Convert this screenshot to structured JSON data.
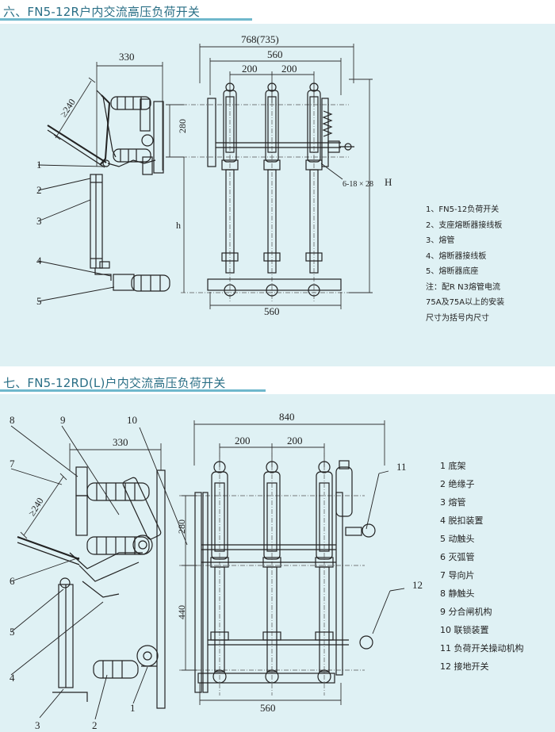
{
  "section1": {
    "title": "六、FN5-12R户内交流高压负荷开关",
    "labels": {
      "angle": "≥240",
      "side_width": "330",
      "front_outer": "768(735)",
      "front_inner": "560",
      "pitch_a": "200",
      "pitch_b": "200",
      "height_280": "280",
      "height_h": "h",
      "hole": "6-18 × 28",
      "bottom_width": "560",
      "height_H": "H"
    },
    "callouts": [
      "1",
      "2",
      "3",
      "4",
      "5"
    ],
    "legend": [
      "1、FN5-12负荷开关",
      "2、支座熔断器接线板",
      "3、熔管",
      "4、熔断器接线板",
      "5、熔断器底座",
      "注：配R N3熔管电流",
      "75A及75A以上的安装",
      "尺寸为括号内尺寸"
    ]
  },
  "section2": {
    "title": "七、FN5-12RD(L)户内交流高压负荷开关",
    "labels": {
      "angle": "≥240",
      "side_width": "330",
      "front_outer": "840",
      "pitch_a": "200",
      "pitch_b": "200",
      "height_280": "280",
      "height_440": "440",
      "bottom_width": "560"
    },
    "callouts": [
      "8",
      "9",
      "10",
      "11",
      "12",
      "7",
      "6",
      "5",
      "4",
      "3",
      "2",
      "1"
    ],
    "legend": [
      "1 底架",
      "2 绝缘子",
      "3 熔管",
      "4 脱扣装置",
      "5 动触头",
      "6 灭弧管",
      "7 导向片",
      "8 静触头",
      "9 分合闸机构",
      "10 联锁装置",
      "11 负荷开关操动机构",
      "12 接地开关"
    ]
  },
  "colors": {
    "panel": "#dff1f4",
    "title": "#2a6f86",
    "rule": "#6fb8cc"
  }
}
